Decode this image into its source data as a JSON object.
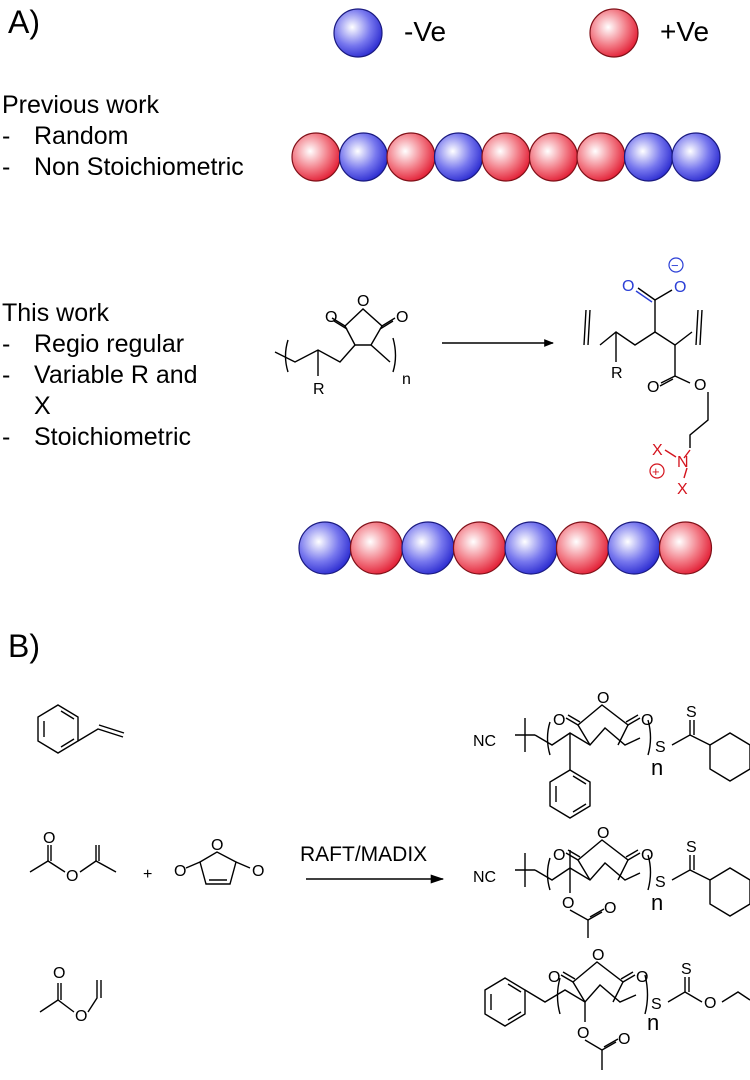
{
  "panel_a": {
    "label": "A)",
    "legend": {
      "negative_label": "-Ve",
      "positive_label": "+Ve",
      "negative_color": "#3333dd",
      "positive_color": "#ee2233"
    },
    "previous_work": {
      "heading": "Previous work",
      "items": [
        "Random",
        "Non Stoichiometric"
      ],
      "bead_sequence": [
        "+",
        "-",
        "+",
        "-",
        "+",
        "+",
        "+",
        "-",
        "-"
      ]
    },
    "this_work": {
      "heading": "This work",
      "items": [
        "Regio regular",
        "Variable R and",
        "X",
        "Stoichiometric"
      ],
      "bead_sequence": [
        "-",
        "+",
        "-",
        "+",
        "-",
        "+",
        "-",
        "+"
      ]
    },
    "structure_labels": {
      "oxygen": "O",
      "substituent_r": "R",
      "repeat_n": "n",
      "nitrogen": "N",
      "substituent_x": "X",
      "minus": "−",
      "plus": "+"
    }
  },
  "panel_b": {
    "label": "B)",
    "plus_sign": "+",
    "reaction_label": "RAFT/MADIX",
    "structure_labels": {
      "nitrile": "NC",
      "sulfur": "S",
      "oxygen": "O",
      "repeat_n": "n"
    }
  }
}
